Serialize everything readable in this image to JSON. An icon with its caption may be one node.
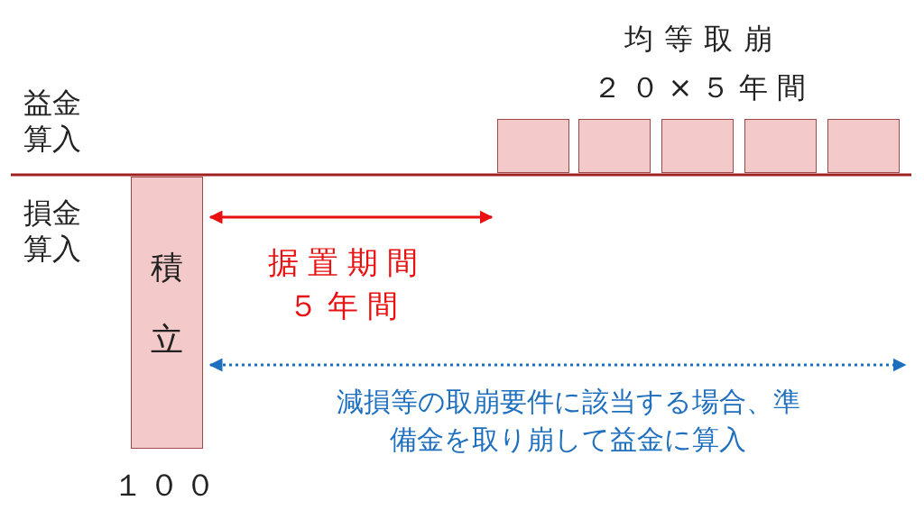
{
  "diagram": {
    "nodes": [
      {
        "text": [
          "積立"
        ],
        "beside": [
          "１００"
        ]
      },
      {
        "text": [],
        "shape": "box"
      },
      {
        "text": [],
        "shape": "box"
      },
      {
        "text": [],
        "shape": "box"
      },
      {
        "text": [],
        "shape": "box"
      },
      {
        "text": [],
        "shape": "box"
      }
    ],
    "edges": [
      {
        "from": 0,
        "to": 1,
        "arrow": "both",
        "label": "据置期間５年間",
        "color": "#e81010"
      },
      {
        "from": 0,
        "to": null,
        "arrow": "both",
        "style": "dashed",
        "label": "減損等の取崩要件に該当する場合、準備金を取り崩して益金に算入",
        "color": "#1f6fbf"
      }
    ],
    "labels": [
      "均等取崩",
      "２０×５年間",
      "益金算入",
      "損金算入"
    ]
  }
}
